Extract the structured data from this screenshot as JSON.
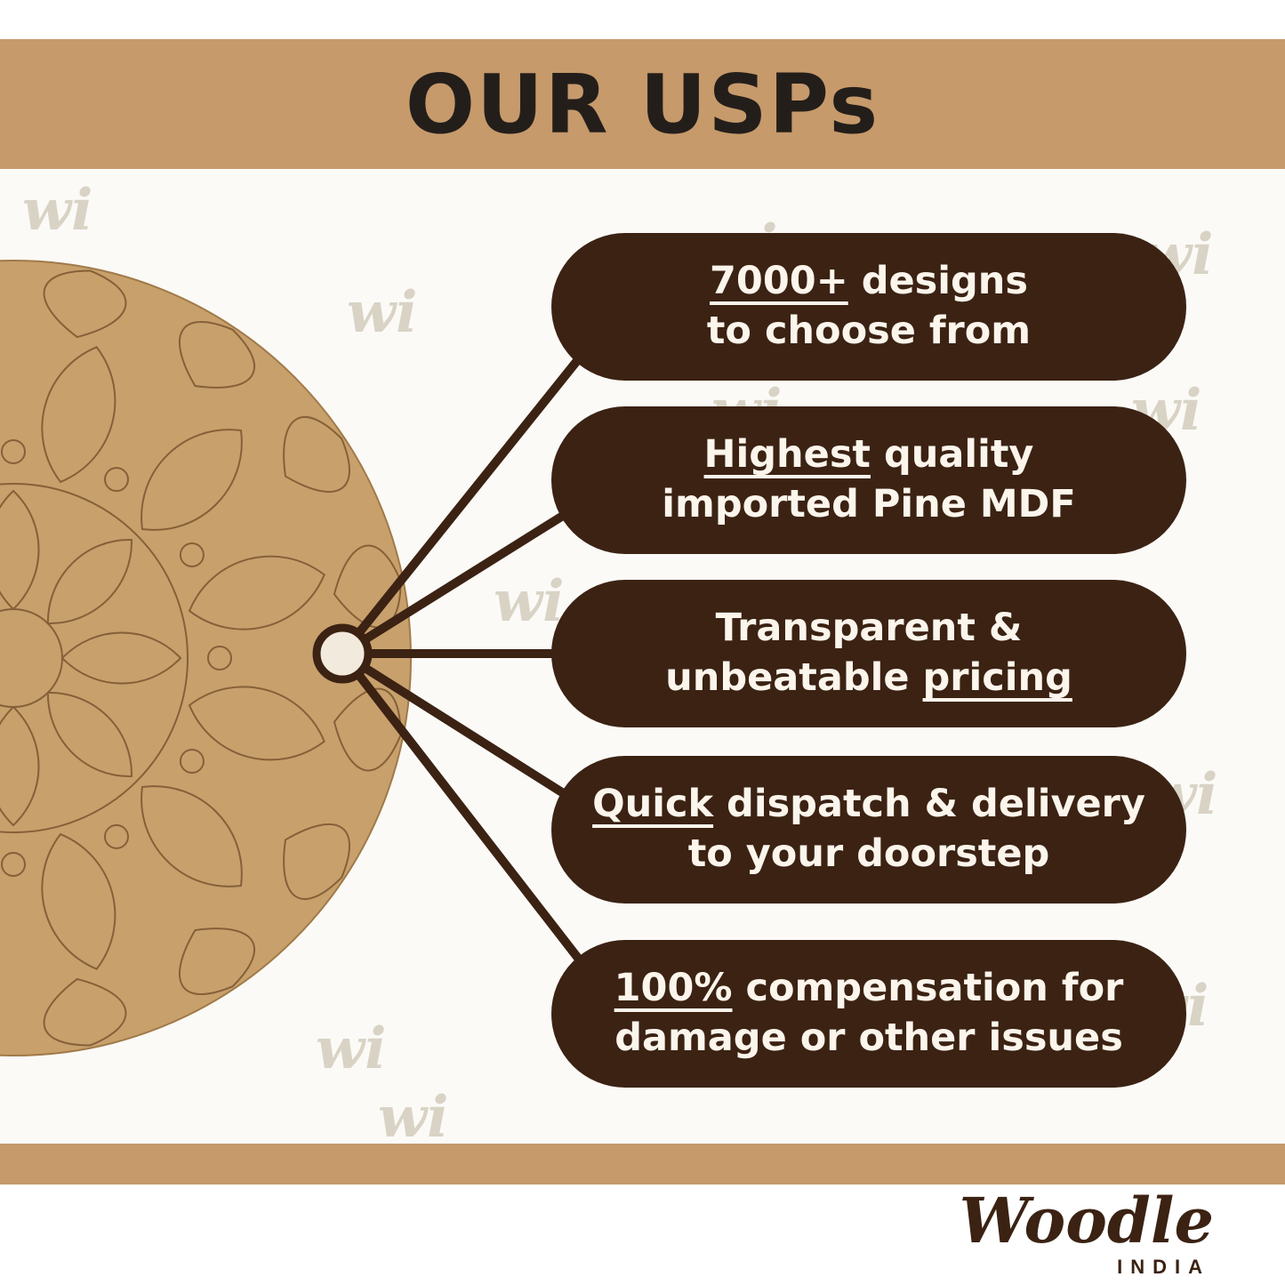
{
  "header": {
    "title": "OUR USPs"
  },
  "watermark": {
    "text": "wi"
  },
  "usps": [
    {
      "lines": [
        [
          {
            "t": "7000+",
            "u": true
          },
          {
            "t": " designs",
            "u": false
          }
        ],
        [
          {
            "t": "to choose from",
            "u": false
          }
        ]
      ]
    },
    {
      "lines": [
        [
          {
            "t": "Highest",
            "u": true
          },
          {
            "t": " quality",
            "u": false
          }
        ],
        [
          {
            "t": "imported Pine MDF",
            "u": false
          }
        ]
      ]
    },
    {
      "lines": [
        [
          {
            "t": "Transparent &",
            "u": false
          }
        ],
        [
          {
            "t": "unbeatable ",
            "u": false
          },
          {
            "t": "pricing",
            "u": true
          }
        ]
      ]
    },
    {
      "lines": [
        [
          {
            "t": "Quick",
            "u": true
          },
          {
            "t": " dispatch & delivery",
            "u": false
          }
        ],
        [
          {
            "t": "to your doorstep",
            "u": false
          }
        ]
      ]
    },
    {
      "lines": [
        [
          {
            "t": "100%",
            "u": true
          },
          {
            "t": " compensation for",
            "u": false
          }
        ],
        [
          {
            "t": "damage or other issues",
            "u": false
          }
        ]
      ]
    }
  ],
  "footer": {
    "brand": "Woodle",
    "country": "INDIA"
  },
  "colors": {
    "band": "#C69A6B",
    "pill_background": "#3B2213",
    "title_text": "#241E1B",
    "disc": "#C8A06C",
    "connector_line": "#3B2213",
    "watermark": "#D9D3C5"
  }
}
